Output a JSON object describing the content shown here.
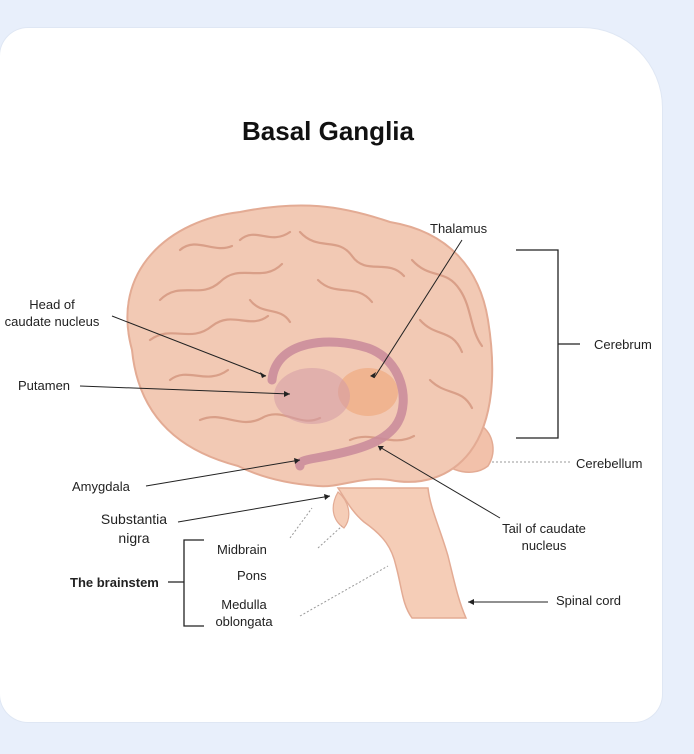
{
  "title": "Basal Ganglia",
  "labels": {
    "thalamus": "Thalamus",
    "head_of_caudate": "Head of\ncaudate nucleus",
    "putamen": "Putamen",
    "amygdala": "Amygdala",
    "substantia_nigra": "Substantia\nnigra",
    "cerebrum": "Cerebrum",
    "cerebellum": "Cerebellum",
    "tail_of_caudate": "Tail of caudate\nnucleus",
    "midbrain": "Midbrain",
    "pons": "Pons",
    "medulla": "Medulla\noblongata",
    "brainstem": "The brainstem",
    "spinal_cord": "Spinal cord"
  },
  "colors": {
    "brain_fill": "#f2c9b4",
    "brain_stroke": "#e3ab94",
    "gyri_lines": "#d99f88",
    "caudate": "#c9899a",
    "thalamus": "#f0b08a",
    "stem_fill": "#f5cdb7",
    "leader_lines": "#222222"
  }
}
